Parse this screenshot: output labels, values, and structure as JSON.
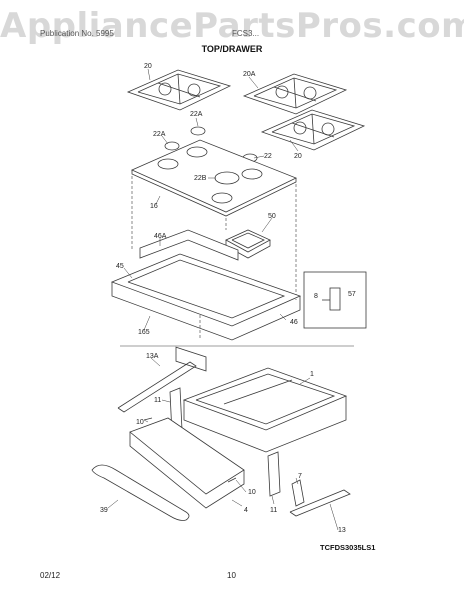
{
  "watermark": "AppliancePartsPros.com",
  "header": {
    "publication": "Publication No. 5995",
    "model": "FCS3..."
  },
  "section_title": "TOP/DRAWER",
  "callouts": {
    "c20a": "20",
    "c20b": "20A",
    "c20c": "20",
    "c22a": "22A",
    "c22b": "22A",
    "c22c": "22",
    "c22d": "22B",
    "c16": "16",
    "c50": "50",
    "c46a": "46A",
    "c45": "45",
    "c165": "165",
    "c46": "46",
    "c8": "8",
    "c57": "57",
    "c13a": "13A",
    "c1": "1",
    "c11a": "11",
    "c10a": "10",
    "c39": "39",
    "c4": "4",
    "c10b": "10",
    "c11b": "11",
    "c7": "7",
    "c13": "13"
  },
  "model_code": "TCFDS3035LS1",
  "footer": {
    "date": "02/12",
    "page": "10"
  },
  "colors": {
    "line": "#3a3a3a",
    "watermark": "#d8d8d8"
  }
}
